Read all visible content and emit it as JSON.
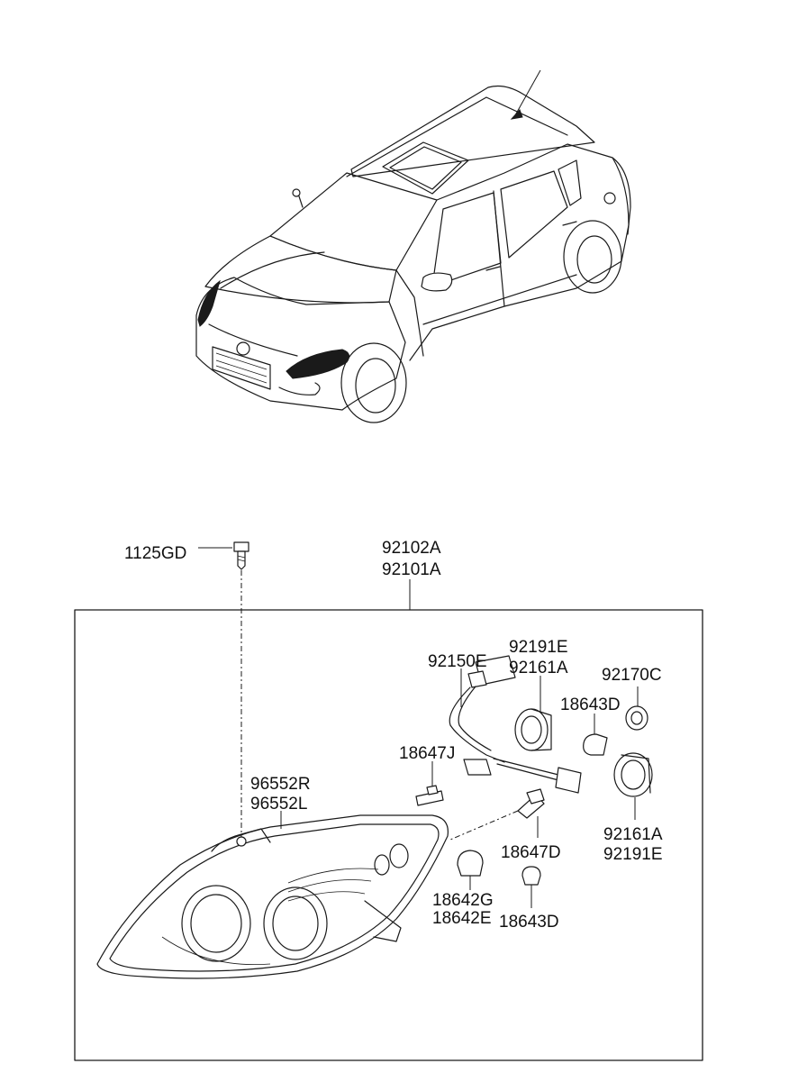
{
  "labels": {
    "bolt_1125gd": "1125GD",
    "assy_92102a": "92102A",
    "assy_92101a": "92101A",
    "harness_92150e": "92150E",
    "socket_92191e_top": "92191E",
    "socket_92161a_top": "92161A",
    "holder_92170c": "92170C",
    "bulb_18643d_top": "18643D",
    "bulb_18647j": "18647J",
    "screw_96552r": "96552R",
    "screw_96552l": "96552L",
    "socket_92161a_bottom": "92161A",
    "socket_92191e_bottom": "92191E",
    "bulb_18647d": "18647D",
    "bulb_18642g": "18642G",
    "bulb_18642e": "18642E",
    "bulb_18643d_bottom": "18643D"
  },
  "colors": {
    "line": "#1a1a1a",
    "background": "#ffffff",
    "highlight": "#1a1a1a"
  }
}
